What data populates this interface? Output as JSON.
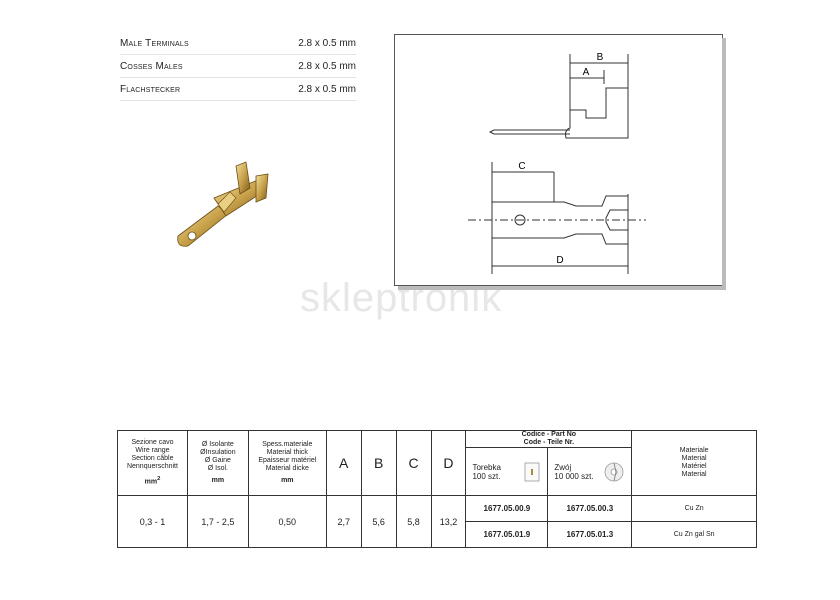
{
  "specs": [
    {
      "label": "Male Terminals",
      "value": "2.8 x 0.5 mm"
    },
    {
      "label": "Cosses Males",
      "value": "2.8 x 0.5 mm"
    },
    {
      "label": "Flachstecker",
      "value": "2.8 x 0.5 mm"
    }
  ],
  "watermark": "skleptronik",
  "drawing": {
    "label_a": "A",
    "label_b": "B",
    "label_c": "C",
    "label_d": "D"
  },
  "table": {
    "section": {
      "l1": "Sezione cavo",
      "l2": "Wire range",
      "l3": "Section câble",
      "l4": "Nennquerschnitt",
      "unit": "mm",
      "unit_sup": "2"
    },
    "insulation": {
      "l1": "Ø Isolante",
      "l2": "ØInsulation",
      "l3": "Ø Gaine",
      "l4": "Ø Isol.",
      "unit": "mm"
    },
    "thickness": {
      "l1": "Spess.materiale",
      "l2": "Material thick",
      "l3": "Epaisseur matériel",
      "l4": "Material dicke",
      "unit": "mm"
    },
    "dims": [
      "A",
      "B",
      "C",
      "D"
    ],
    "code_header": {
      "l1": "Codice - Part No",
      "l2": "Code - Teile Nr."
    },
    "pack1": {
      "l1": "Torebka",
      "l2": "100 szt."
    },
    "pack2": {
      "l1": "Zwój",
      "l2": "10 000 szt."
    },
    "material_header": {
      "l1": "Materiale",
      "l2": "Material",
      "l3": "Matériel",
      "l4": "Material"
    },
    "row": {
      "section": "0,3 - 1",
      "insulation": "1,7 - 2,5",
      "thickness": "0,50",
      "a": "2,7",
      "b": "5,6",
      "c": "5,8",
      "d": "13,2"
    },
    "variants": [
      {
        "code1": "1677.05.00.9",
        "code2": "1677.05.00.3",
        "material": "Cu Zn"
      },
      {
        "code1": "1677.05.01.9",
        "code2": "1677.05.01.3",
        "material": "Cu Zn gal Sn"
      }
    ]
  }
}
